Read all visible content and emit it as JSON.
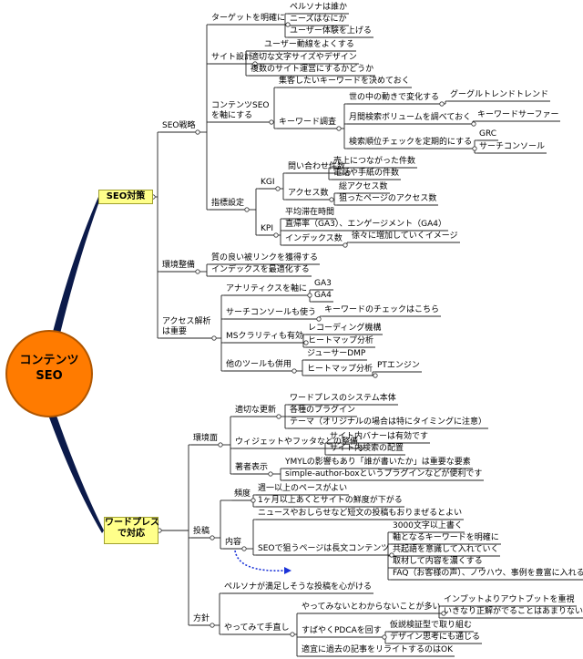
{
  "root": "コンテンツ\nSEO",
  "seo": {
    "label": "SEO対策",
    "strategy": {
      "label": "SEO戦略",
      "target": {
        "label": "ターゲットを明確に",
        "items": [
          "ペルソナは誰か",
          "ニーズはなにか",
          "ユーザー体験を上げる"
        ]
      },
      "site": {
        "label": "サイト設計",
        "items": [
          "ユーザー動線をよくする",
          "適切な文字サイズやデザイン",
          "複数のサイト運営にするかどうか"
        ]
      },
      "content": {
        "label": "コンテンツSEO\nを軸にする",
        "collect": "集客したいキーワードを決めておく",
        "kw": {
          "label": "キーワード調査",
          "trend": "世の中の動きで変化する",
          "google_trend": "グーグルトレンドトレンド",
          "volume": "月間検索ボリュームを調べておく",
          "kw_surfer": "キーワードサーファー",
          "rank": "検索順位チェックを定期的にする",
          "grc": "GRC",
          "search_console": "サーチコンソール"
        }
      },
      "kpi": {
        "label": "指標設定",
        "kgi": "KGI",
        "inquiries": "問い合わせ件数",
        "sales": "売上につながった件数",
        "calls": "電話や手紙の件数",
        "access": "アクセス数",
        "total": "総アクセス数",
        "target_page": "狙ったページのアクセス数",
        "kpi_label": "KPI",
        "dwell": "平均滞在時間",
        "bounce": "直帰率（GA3）、エンゲージメント（GA4）",
        "index": "インデックス数",
        "index_grow": "徐々に増加していくイメージ"
      }
    },
    "env": {
      "label": "環境整備",
      "items": [
        "質の良い被リンクを獲得する",
        "インデックスを最適化する"
      ]
    },
    "analysis": {
      "label": "アクセス解析\nは重要",
      "ga": "アナリティクスを軸に",
      "ga3": "GA3",
      "ga4": "GA4",
      "sc": "サーチコンソールも使う",
      "kw_check": "キーワードのチェックはこちら",
      "ms": "MSクラリティも有効",
      "recording": "レコーディング機構",
      "heatmap1": "ヒートマップ分析",
      "other": "他のツールも併用",
      "dmp": "ジューサーDMP",
      "heatmap2": "ヒートマップ分析",
      "pt": "PTエンジン"
    }
  },
  "wp": {
    "label": "ワードプレス\nで対応",
    "env": {
      "label": "環境面",
      "update": "適切な更新",
      "update_items": [
        "ワードプレスのシステム本体",
        "各種のプラグイン",
        "テーマ（オリジナルの場合は特にタイミングに注意）"
      ],
      "widget": "ウィジェットやフッタなどの整備",
      "widget_items": [
        "サイト内バナーは有効です",
        "サイト内検索の配置"
      ],
      "author": "著者表示",
      "author_items": [
        "YMYLの影響もあり「誰が書いたか」は重要な要素",
        "simple-author-boxというプラグインなどが便利です"
      ]
    },
    "post": {
      "label": "投稿",
      "freq": "頻度",
      "freq_items": [
        "週一以上のペースがよい",
        "1ヶ月以上あくとサイトの鮮度が下がる"
      ],
      "content": "内容",
      "news": "ニュースやおしらせなど短文の投稿もおりまぜるとよい",
      "long": "SEOで狙うページは長文コンテンツ",
      "long_items": [
        "3000文字以上書く",
        "軸となるキーワードを明確に",
        "共起語を意識して入れていく",
        "取材して内容を濃くする",
        "FAQ（お客様の声）、ノウハウ、事例を豊富に入れる"
      ]
    },
    "policy": {
      "label": "方針",
      "persona": "ペルソナが満足しそうな投稿を心がける",
      "trial": "やってみて手直し",
      "try": "やってみないとわからないことが多い",
      "try_items": [
        "インプットよりアウトプットを重視",
        "いきなり正解がでることはあまりない"
      ],
      "pdca": "すばやくPDCAを回す",
      "pdca_items": [
        "仮説検証型で取り組む",
        "デザイン思考にも通じる"
      ],
      "rewrite": "適宜に過去の記事をリライトするのはOK"
    }
  }
}
